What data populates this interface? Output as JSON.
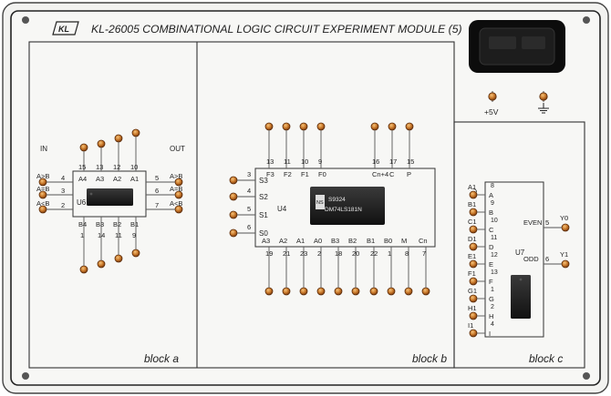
{
  "panel": {
    "title": "KL-26005 COMBINATIONAL LOGIC CIRCUIT EXPERIMENT MODULE (5)",
    "logo_text": "KL"
  },
  "power": {
    "vcc_label": "+5V",
    "gnd_icon": "ground-icon"
  },
  "block_a": {
    "name": "block a",
    "in_label": "IN",
    "out_label": "OUT",
    "chip": "U6",
    "left": [
      {
        "sig": "A>B",
        "pin": "4"
      },
      {
        "sig": "A=B",
        "pin": "3"
      },
      {
        "sig": "A<B",
        "pin": "2"
      }
    ],
    "right": [
      {
        "sig": "A>B",
        "pin": "5"
      },
      {
        "sig": "A=B",
        "pin": "6"
      },
      {
        "sig": "A<B",
        "pin": "7"
      }
    ],
    "top": [
      {
        "sig": "A4",
        "pin": "15"
      },
      {
        "sig": "A3",
        "pin": "13"
      },
      {
        "sig": "A2",
        "pin": "12"
      },
      {
        "sig": "A1",
        "pin": "10"
      }
    ],
    "bottom": [
      {
        "sig": "B4",
        "pin": "1"
      },
      {
        "sig": "B3",
        "pin": "14"
      },
      {
        "sig": "B2",
        "pin": "11"
      },
      {
        "sig": "B1",
        "pin": "9"
      }
    ]
  },
  "block_b": {
    "name": "block b",
    "chip": "U4",
    "ic_line1": "S9324",
    "ic_line2": "DM74LS181N",
    "ic_logo": "NS",
    "left": [
      {
        "sig": "S3",
        "pin": "3"
      },
      {
        "sig": "S2",
        "pin": "4"
      },
      {
        "sig": "S1",
        "pin": "5"
      },
      {
        "sig": "S0",
        "pin": "6"
      }
    ],
    "top": [
      {
        "sig": "F3",
        "pin": "13"
      },
      {
        "sig": "F2",
        "pin": "11"
      },
      {
        "sig": "F1",
        "pin": "10"
      },
      {
        "sig": "F0",
        "pin": "9"
      },
      {
        "sig": "Cn+4",
        "pin": "16"
      },
      {
        "sig": "C",
        "pin": "17"
      },
      {
        "sig": "P",
        "pin": "15"
      }
    ],
    "bottom": [
      {
        "sig": "A3",
        "pin": "19"
      },
      {
        "sig": "A2",
        "pin": "21"
      },
      {
        "sig": "A1",
        "pin": "23"
      },
      {
        "sig": "A0",
        "pin": "2"
      },
      {
        "sig": "B3",
        "pin": "18"
      },
      {
        "sig": "B2",
        "pin": "20"
      },
      {
        "sig": "B1",
        "pin": "22"
      },
      {
        "sig": "B0",
        "pin": "1"
      },
      {
        "sig": "M",
        "pin": "8"
      },
      {
        "sig": "Cn",
        "pin": "7"
      }
    ]
  },
  "block_c": {
    "name": "block c",
    "chip": "U7",
    "inputs": [
      {
        "term": "A1",
        "sig": "A",
        "pin": "8"
      },
      {
        "term": "B1",
        "sig": "B",
        "pin": "9"
      },
      {
        "term": "C1",
        "sig": "C",
        "pin": "10"
      },
      {
        "term": "D1",
        "sig": "D",
        "pin": "11"
      },
      {
        "term": "E1",
        "sig": "E",
        "pin": "12"
      },
      {
        "term": "F1",
        "sig": "F",
        "pin": "13"
      },
      {
        "term": "G1",
        "sig": "G",
        "pin": "1"
      },
      {
        "term": "H1",
        "sig": "H",
        "pin": "2"
      },
      {
        "term": "I1",
        "sig": "I",
        "pin": "4"
      }
    ],
    "outputs": [
      {
        "term": "Y0",
        "sig": "EVEN",
        "pin": "5"
      },
      {
        "term": "Y1",
        "sig": "ODD",
        "pin": "6"
      }
    ]
  }
}
